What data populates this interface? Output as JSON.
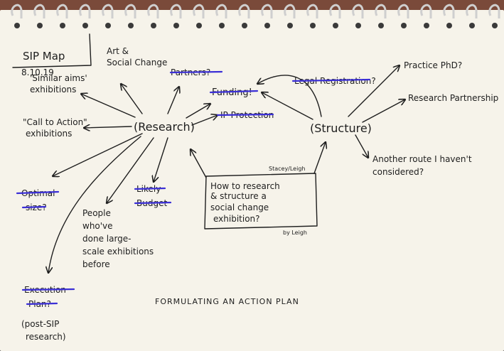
{
  "title": "SIP Map",
  "date": "8.10.19",
  "center_left": "(Research)",
  "center_right": "(Structure)",
  "question": [
    "How to research",
    "& structure a",
    "social change",
    "exhibition?"
  ],
  "question_label_top": "Stacey/Leigh",
  "question_label_bottom": "by Leigh",
  "footer": "FORMULATING AN ACTION PLAN",
  "nodes": {
    "art_social_change": [
      "Art &",
      "Social Change"
    ],
    "similar_aims": [
      "'Similar aims'",
      "exhibitions"
    ],
    "call_to_action": [
      "\"Call to Action\"",
      "exhibitions"
    ],
    "partners": "Partners?",
    "funding": "Funding!",
    "ip_protection": "IP Protection",
    "legal_registration": "Legal Registration?",
    "practice_phd": "Practice PhD?",
    "research_partnership": "Research Partnership",
    "another_route": [
      "Another route I haven't",
      "considered?"
    ],
    "optimal_size": [
      "Optimal",
      "size?"
    ],
    "likely_budget": [
      "Likely",
      "Budget"
    ],
    "people": [
      "People",
      "who've",
      "done large-",
      "scale exhibitions",
      "before"
    ],
    "execution_plan": [
      "Execution",
      "Plan?"
    ],
    "post_sip": [
      "(post-SIP",
      "research)"
    ]
  },
  "colors": {
    "paper": "#f6f3ea",
    "ink": "#1e1e1e",
    "strike": "#3b2fd6"
  }
}
